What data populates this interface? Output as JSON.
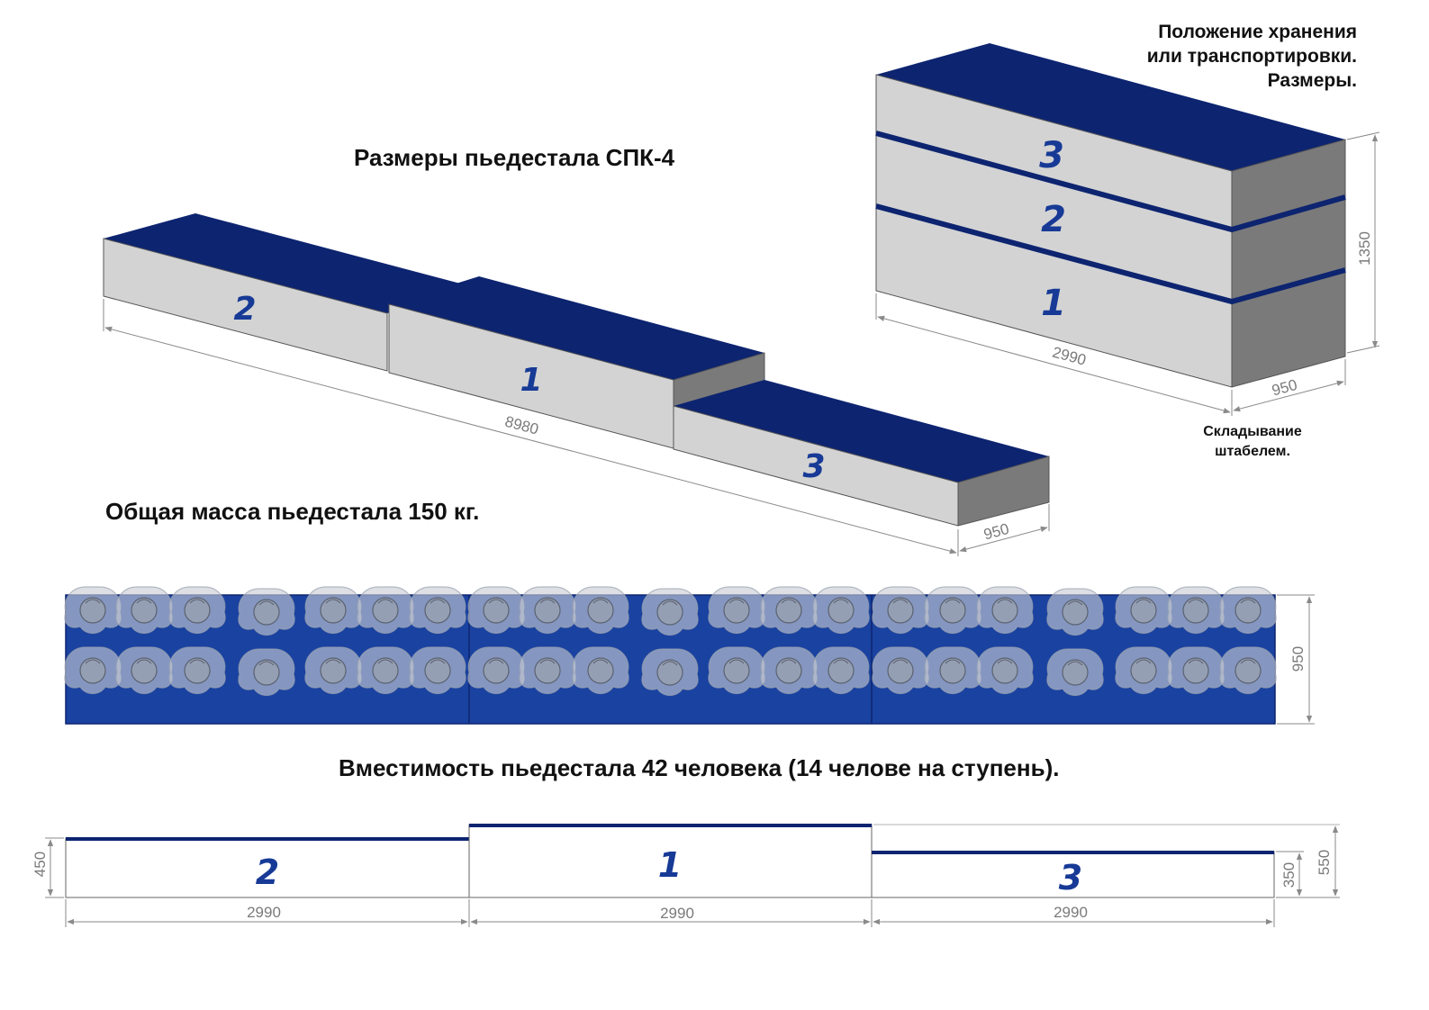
{
  "title": "Размеры  пьедестала СПК-4",
  "mass_text": "Общая масса пьедестала 150 кг.",
  "capacity_text": "Вместимость пьедестала 42 человека (14 челове на ступень).",
  "storage": {
    "title_lines": [
      "Положение хранения",
      "или транспортировки.",
      "Размеры."
    ],
    "stack_note_lines": [
      "Складывание",
      "штабелем."
    ],
    "tier_labels": [
      "3",
      "2",
      "1"
    ],
    "dims": {
      "length": "2990",
      "depth": "950",
      "height": "1350"
    }
  },
  "assembled": {
    "tier_labels": [
      "2",
      "1",
      "3"
    ],
    "dims": {
      "length": "8980",
      "depth": "950"
    }
  },
  "top_view": {
    "depth_dim": "950",
    "people_per_step": 14,
    "steps": 3
  },
  "front_view": {
    "tier_labels": [
      "2",
      "1",
      "3"
    ],
    "width_dims": [
      "2990",
      "2990",
      "2990"
    ],
    "height_dims": {
      "second": "450",
      "first": "550",
      "third": "350"
    }
  },
  "colors": {
    "top_blue": "#0d2470",
    "mat_blue": "#1a42a0",
    "front_grey": "#d3d3d3",
    "side_grey": "#7a7a7a",
    "number_blue": "#173a96"
  }
}
